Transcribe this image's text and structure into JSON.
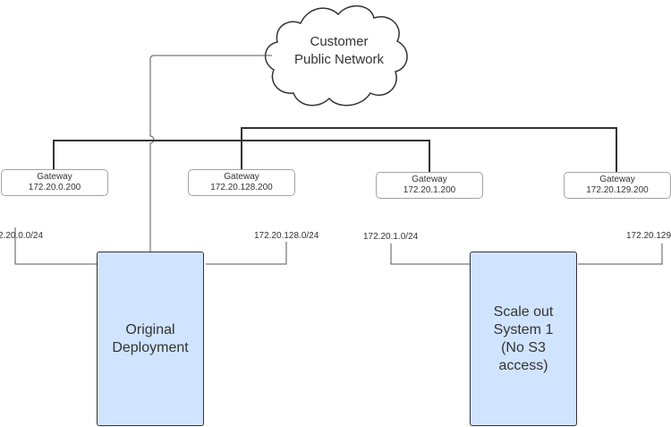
{
  "cloud": {
    "line1": "Customer",
    "line2": "Public Network"
  },
  "gateways": [
    {
      "label": "Gateway",
      "ip": "172.20.0.200"
    },
    {
      "label": "Gateway",
      "ip": "172.20.128.200"
    },
    {
      "label": "Gateway",
      "ip": "172.20.1.200"
    },
    {
      "label": "Gateway",
      "ip": "172.20.129.200"
    }
  ],
  "subnets": [
    "2.20.0.0/24",
    "172.20.128.0/24",
    "172.20.1.0/24",
    "172.20.129"
  ],
  "hosts": [
    {
      "lines": [
        "Original",
        "Deployment"
      ]
    },
    {
      "lines": [
        "Scale out",
        "System 1",
        "(No S3",
        "access)"
      ]
    }
  ],
  "colors": {
    "host_fill": "#d1e4ff",
    "line": "#333333",
    "gateway_border": "#a3a3a3"
  }
}
